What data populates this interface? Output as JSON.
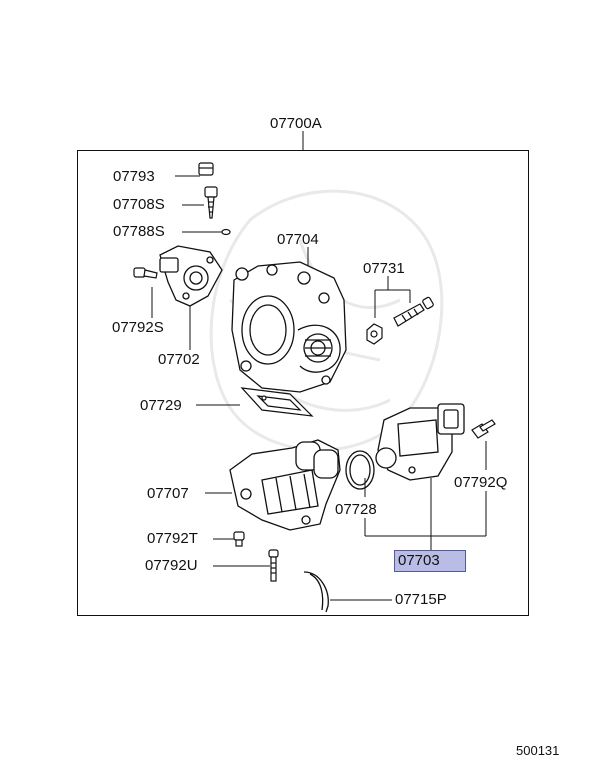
{
  "assembly": {
    "label": "07700A"
  },
  "parts": [
    {
      "id": "p07793",
      "label": "07793"
    },
    {
      "id": "p07708s",
      "label": "07708S"
    },
    {
      "id": "p07788s",
      "label": "07788S"
    },
    {
      "id": "p07704",
      "label": "07704"
    },
    {
      "id": "p07731",
      "label": "07731"
    },
    {
      "id": "p07792s",
      "label": "07792S"
    },
    {
      "id": "p07702",
      "label": "07702"
    },
    {
      "id": "p07729",
      "label": "07729"
    },
    {
      "id": "p07707",
      "label": "07707"
    },
    {
      "id": "p07792q",
      "label": "07792Q"
    },
    {
      "id": "p07728",
      "label": "07728"
    },
    {
      "id": "p07792t",
      "label": "07792T"
    },
    {
      "id": "p07792u",
      "label": "07792U"
    },
    {
      "id": "p07715p",
      "label": "07715P"
    }
  ],
  "highlighted": {
    "label": "07703",
    "color": "#b9bde6"
  },
  "diagram_id": "500131"
}
